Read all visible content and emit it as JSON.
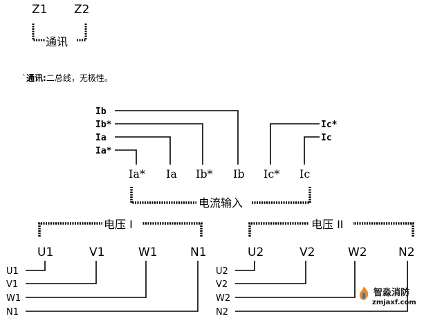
{
  "comm": {
    "z1": "Z1",
    "z2": "Z2",
    "label": "通讯",
    "note_prefix": "`",
    "note_bold": "通讯:",
    "note_text": "二总线，无极性。"
  },
  "current": {
    "title": "电流输入",
    "left_labels": [
      "Ib",
      "Ib*",
      "Ia",
      "Ia*"
    ],
    "right_labels": [
      "Ic*",
      "Ic"
    ],
    "terminals": [
      "Ia*",
      "Ia",
      "Ib*",
      "Ib",
      "Ic*",
      "Ic"
    ]
  },
  "voltage1": {
    "title": "电压 I",
    "terminals": [
      "U1",
      "V1",
      "W1",
      "N1"
    ],
    "wires": [
      "U1",
      "V1",
      "W1",
      "N1"
    ]
  },
  "voltage2": {
    "title": "电压 II",
    "terminals": [
      "U2",
      "V2",
      "W2",
      "N2"
    ],
    "wires": [
      "U2",
      "V2",
      "W2",
      "N2"
    ]
  },
  "watermark": {
    "name": "智淼消防",
    "url": "zmjaxf.com"
  },
  "colors": {
    "line": "#000000",
    "logo_orange": "#f08a1c",
    "logo_blue": "#1a7fd0"
  }
}
